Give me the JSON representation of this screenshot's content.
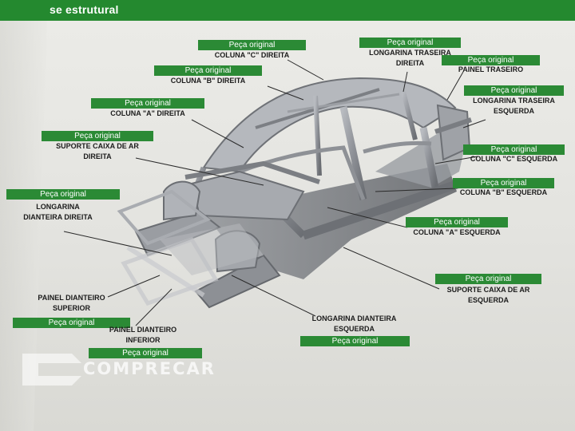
{
  "header": {
    "title": "se estrutural"
  },
  "tag_text": "Peça original",
  "labels": {
    "coluna_c_direita": {
      "tag": "Peça original",
      "lines": [
        "COLUNA \"C\" DIREITA"
      ]
    },
    "coluna_b_direita": {
      "tag": "Peça original",
      "lines": [
        "COLUNA \"B\" DIREITA"
      ]
    },
    "coluna_a_direita": {
      "tag": "Peça original",
      "lines": [
        "COLUNA \"A\" DIREITA"
      ]
    },
    "suporte_caixa_ar_direita": {
      "tag": "Peça original",
      "lines": [
        "SUPORTE CAIXA DE AR",
        "DIREITA"
      ]
    },
    "longarina_dianteira_direita": {
      "tag": "Peça original",
      "lines": [
        "LONGARINA",
        "DIANTEIRA DIREITA"
      ]
    },
    "painel_dianteiro_superior": {
      "tag": "Peça original",
      "lines": [
        "PAINEL DIANTEIRO",
        "SUPERIOR"
      ]
    },
    "painel_dianteiro_inferior": {
      "tag": "Peça original",
      "lines": [
        "PAINEL DIANTEIRO",
        "INFERIOR"
      ]
    },
    "longarina_dianteira_esquerda": {
      "tag": "Peça original",
      "lines": [
        "LONGARINA DIANTEIRA",
        "ESQUERDA"
      ]
    },
    "suporte_caixa_ar_esquerda": {
      "tag": "Peça original",
      "lines": [
        "SUPORTE CAIXA DE AR",
        "ESQUERDA"
      ]
    },
    "coluna_a_esquerda": {
      "tag": "Peça original",
      "lines": [
        "COLUNA \"A\" ESQUERDA"
      ]
    },
    "coluna_b_esquerda": {
      "tag": "Peça original",
      "lines": [
        "COLUNA \"B\" ESQUERDA"
      ]
    },
    "coluna_c_esquerda": {
      "tag": "Peça original",
      "lines": [
        "COLUNA \"C\" ESQUERDA"
      ]
    },
    "longarina_traseira_esquerda": {
      "tag": "Peça original",
      "lines": [
        "LONGARINA TRASEIRA",
        "ESQUERDA"
      ]
    },
    "painel_traseiro": {
      "tag": "Peça original",
      "lines": [
        "PAINEL TRASEIRO"
      ]
    },
    "longarina_traseira_direita": {
      "tag": "Peça original",
      "lines": [
        "LONGARINA TRASEIRA",
        "DIREITA"
      ]
    }
  },
  "watermark": {
    "text": "COMPRECAR"
  },
  "colors": {
    "brand_green": "#2b8a35",
    "header_green": "#24892f",
    "frame_gray": "#8a8d92"
  }
}
